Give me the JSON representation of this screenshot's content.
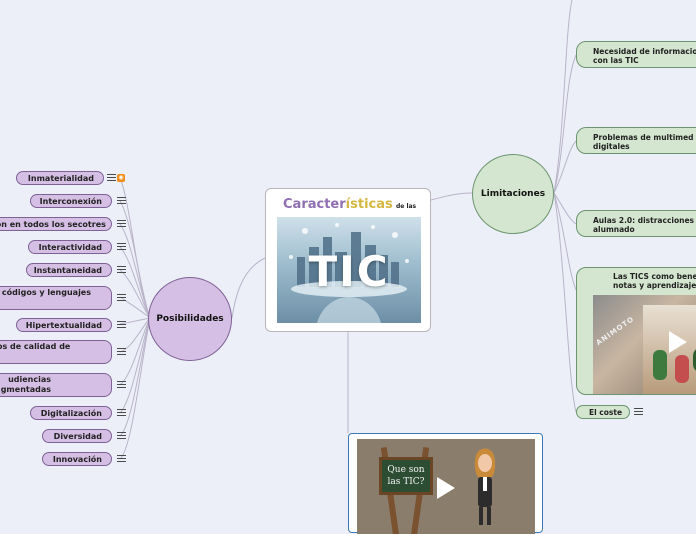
{
  "center": {
    "title_word_parts": [
      "Caracter",
      "ísticas"
    ],
    "title_small": "de las",
    "image_text": "TIC",
    "colors": {
      "part1": "#8e6fb3",
      "part2": "#d4b842"
    }
  },
  "possibilities": {
    "label": "Posibilidades",
    "items": [
      {
        "label": "Inmaterialidad"
      },
      {
        "label": "Interconexión"
      },
      {
        "label": "ión en todos los secotres"
      },
      {
        "label": "Interactividad"
      },
      {
        "label": "Instantaneidad"
      },
      {
        "label": "s códigos y lenguajes"
      },
      {
        "label": "Hipertextualidad"
      },
      {
        "label": "ros de calidad de"
      },
      {
        "label": "udiencias\ngmentadas"
      },
      {
        "label": "Digitalización"
      },
      {
        "label": "Diversidad"
      },
      {
        "label": "Innovación"
      }
    ]
  },
  "limitations": {
    "label": "Limitaciones",
    "items": [
      {
        "label": "Necesidad de informacio\ncon las TIC"
      },
      {
        "label": "Problemas de multimed\ndigitales"
      },
      {
        "label": "Aulas 2.0: distracciones p\nalumnado"
      },
      {
        "label": "Las TICS como bene\nnotas y aprendizaje"
      },
      {
        "label": "El coste"
      }
    ],
    "video_brand": "ANIMOTO"
  },
  "video_bottom": {
    "board_text": "Que son\nlas TIC?"
  },
  "colors": {
    "background": "#edeff8",
    "purple_fill": "#d6bfe4",
    "purple_border": "#7e6296",
    "green_fill": "#d4e6cf",
    "green_border": "#6c9470"
  }
}
